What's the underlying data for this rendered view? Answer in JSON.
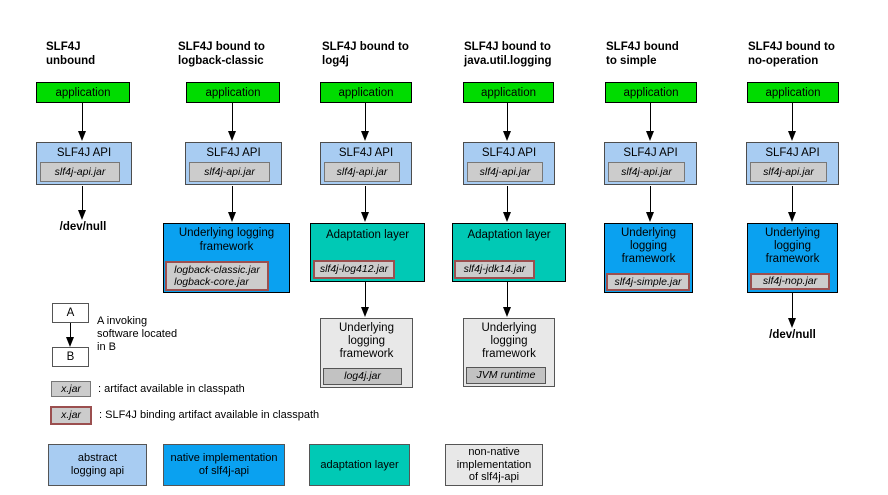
{
  "colors": {
    "application_green": "#00DC00",
    "abstract_api_light_blue": "#A8CCF2",
    "native_impl_blue": "#0AA1F0",
    "adaptation_teal": "#00C9B5",
    "non_native_gray": "#E8E8E8",
    "artifact_fill_gray": "#CCCCCC",
    "binding_border_red": "#9B4F4F"
  },
  "columns": [
    {
      "title": "SLF4J\nunbound",
      "app": "application",
      "api": "SLF4J API",
      "api_jar": "slf4j-api.jar",
      "sink": "/dev/null"
    },
    {
      "title": "SLF4J bound to\nlogback-classic",
      "app": "application",
      "api": "SLF4J API",
      "api_jar": "slf4j-api.jar",
      "framework": "Underlying logging\nframework",
      "framework_jar": "logback-classic.jar\nlogback-core.jar"
    },
    {
      "title": "SLF4J bound to\nlog4j",
      "app": "application",
      "api": "SLF4J API",
      "api_jar": "slf4j-api.jar",
      "adaptation": "Adaptation layer",
      "adaptation_jar": "slf4j-log412.jar",
      "framework": "Underlying\nlogging\nframework",
      "framework_jar": "log4j.jar"
    },
    {
      "title": "SLF4J bound to\njava.util.logging",
      "app": "application",
      "api": "SLF4J API",
      "api_jar": "slf4j-api.jar",
      "adaptation": "Adaptation layer",
      "adaptation_jar": "slf4j-jdk14.jar",
      "framework": "Underlying\nlogging\nframework",
      "framework_jar": "JVM runtime"
    },
    {
      "title": "SLF4J bound\nto simple",
      "app": "application",
      "api": "SLF4J API",
      "api_jar": "slf4j-api.jar",
      "framework": "Underlying\nlogging\nframework",
      "framework_jar": "slf4j-simple.jar"
    },
    {
      "title": "SLF4J bound to\nno-operation",
      "app": "application",
      "api": "SLF4J API",
      "api_jar": "slf4j-api.jar",
      "framework": "Underlying\nlogging\nframework",
      "framework_jar": "slf4j-nop.jar",
      "sink": "/dev/null"
    }
  ],
  "legend": {
    "invoke": {
      "a": "A",
      "b": "B",
      "caption": "A invoking\nsoftware located\nin B"
    },
    "artifact": {
      "label": "x.jar",
      "caption": ": artifact available in classpath"
    },
    "binding": {
      "label": "x.jar",
      "caption": ": SLF4J binding artifact available in classpath"
    },
    "types": [
      {
        "label": "abstract\nlogging api"
      },
      {
        "label": "native implementation\nof slf4j-api"
      },
      {
        "label": "adaptation layer"
      },
      {
        "label": "non-native\nimplementation\nof slf4j-api"
      }
    ]
  }
}
